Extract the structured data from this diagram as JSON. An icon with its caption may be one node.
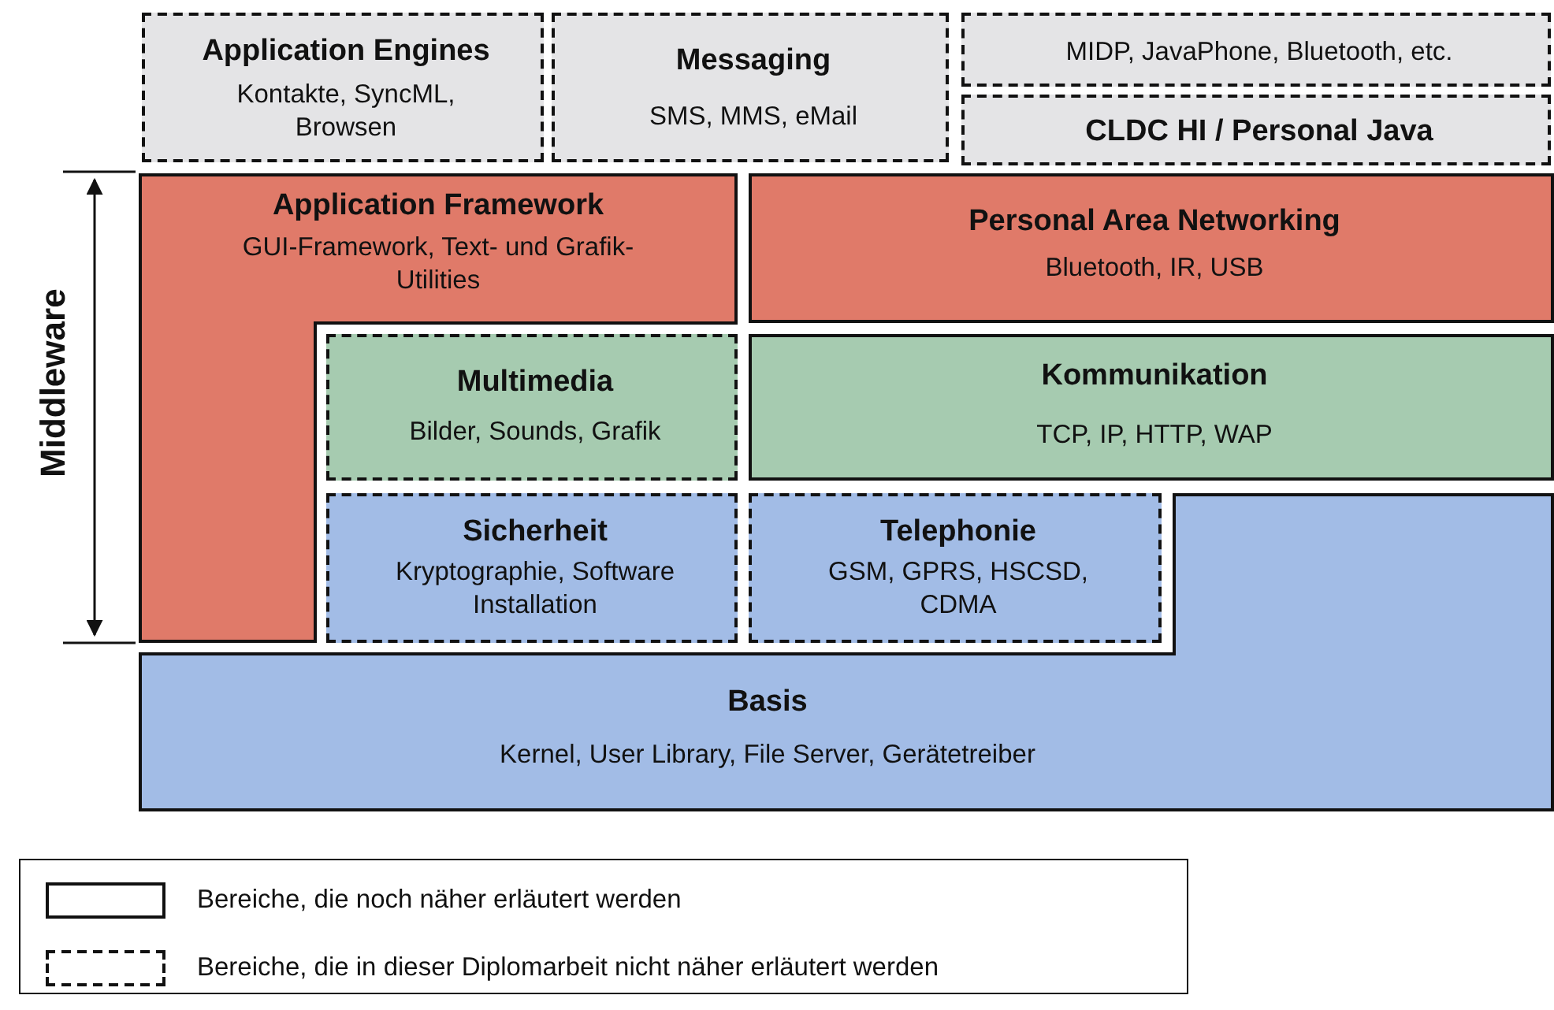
{
  "diagram": {
    "nodes": [
      {
        "text": [
          "Application Engines",
          "Kontakte, SyncML, Browsen"
        ]
      },
      {
        "text": [
          "Messaging",
          "SMS, MMS, eMail"
        ]
      },
      {
        "text": [
          "MIDP, JavaPhone, Bluetooth, etc."
        ]
      },
      {
        "text": [
          "CLDC HI / Personal Java"
        ]
      },
      {
        "text": [
          "Application Framework",
          "GUI-Framework, Text- und Grafik-Utilities"
        ]
      },
      {
        "text": [
          "Personal Area Networking",
          "Bluetooth, IR, USB"
        ]
      },
      {
        "text": [
          "Multimedia",
          "Bilder, Sounds, Grafik"
        ]
      },
      {
        "text": [
          "Kommunikation",
          "TCP, IP, HTTP, WAP"
        ]
      },
      {
        "text": [
          "Sicherheit",
          "Kryptographie, Software Installation"
        ]
      },
      {
        "text": [
          "Telephonie",
          "GSM, GPRS, HSCSD, CDMA"
        ]
      },
      {
        "text": [
          "Basis",
          "Kernel, User Library, File Server, Gerätetreiber"
        ]
      }
    ],
    "labels": [
      "Middleware"
    ],
    "legend": [
      {
        "text": "Bereiche, die noch näher erläutert werden"
      },
      {
        "text": "Bereiche, die in dieser Diplomarbeit nicht näher erläutert werden"
      }
    ]
  }
}
